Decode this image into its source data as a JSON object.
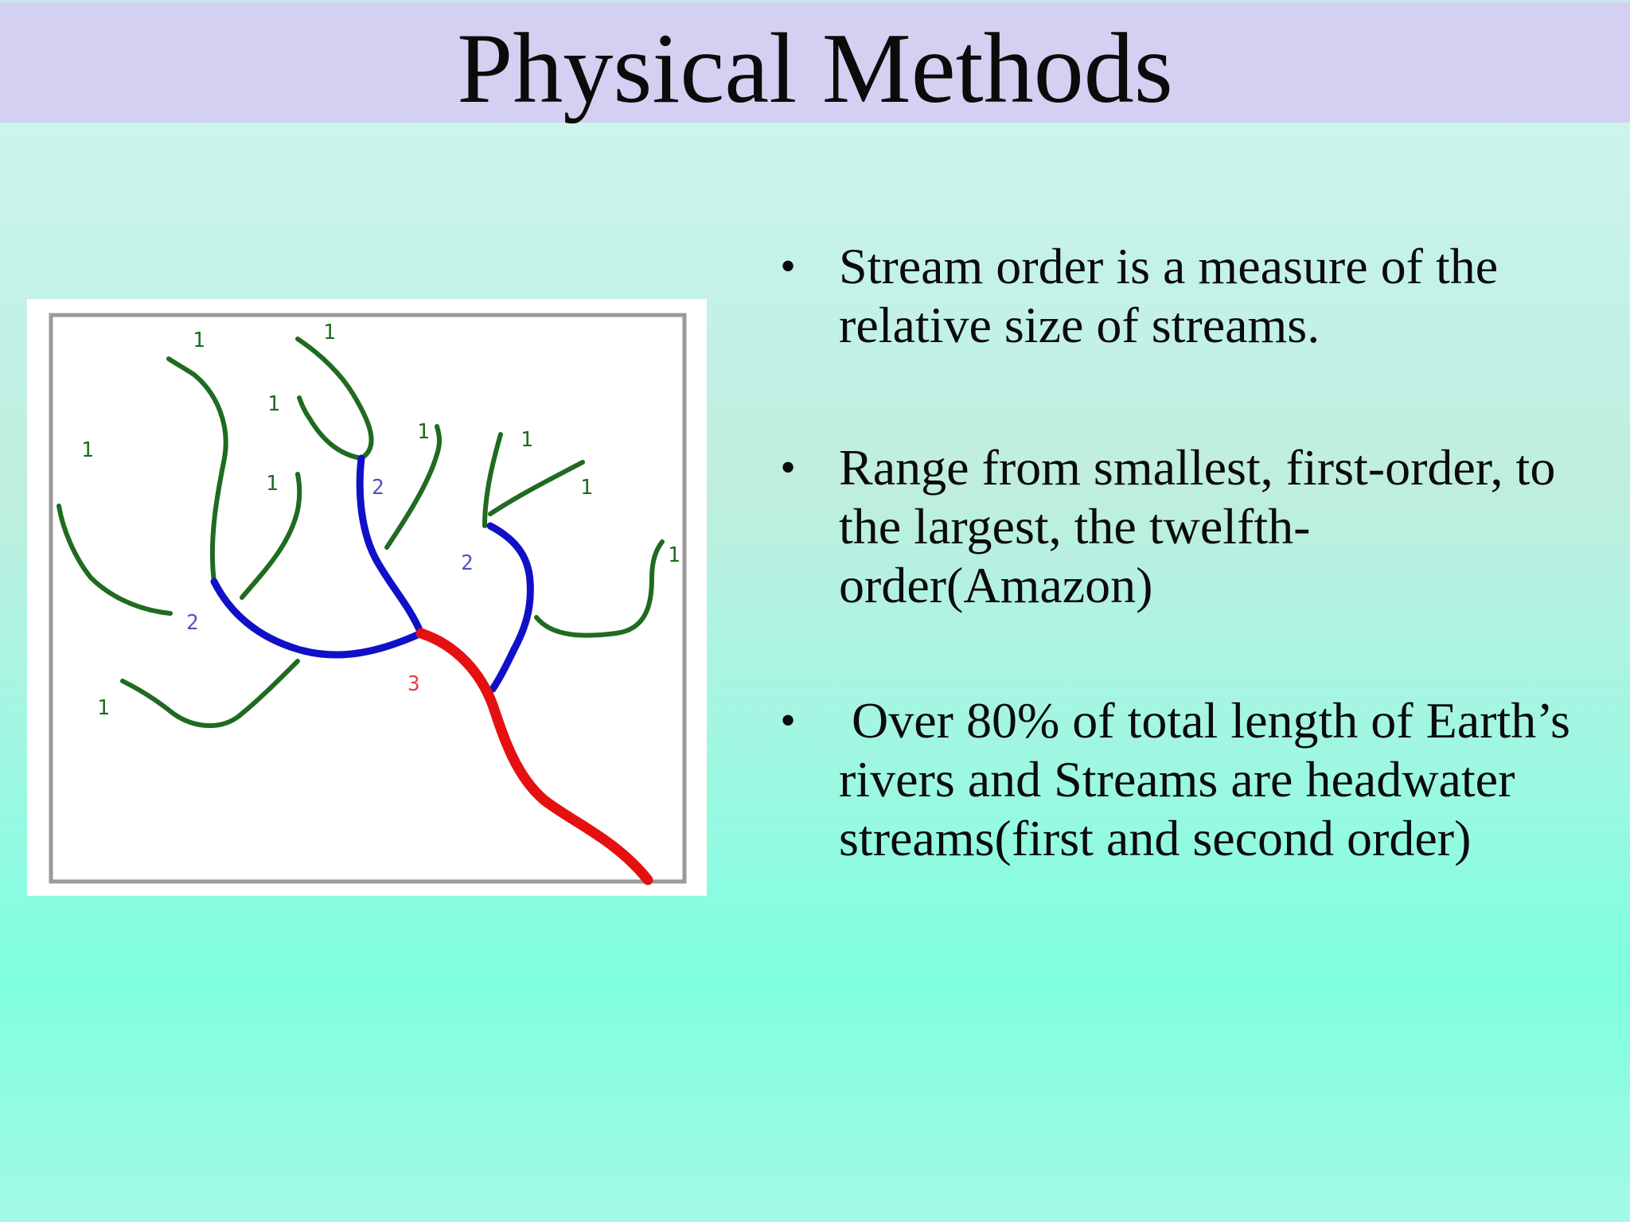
{
  "slide": {
    "title": "Physical Methods",
    "bullets": [
      "Stream order is a measure of the relative size of streams.",
      "Range from smallest, first-order, to the largest, the twelfth-order(Amazon)",
      " Over 80% of total length of Earth’s rivers and Streams are headwater streams(first and second order)"
    ],
    "bullet_glyph": "•"
  },
  "diagram": {
    "labels": {
      "first_order": "1",
      "second_order": "2",
      "third_order": "3"
    },
    "colors": {
      "first_order": "#1f6b1f",
      "second_order": "#1010c8",
      "third_order": "#e61010",
      "frame": "#9a9a9a",
      "title_bar": "#d4d0f2"
    }
  }
}
